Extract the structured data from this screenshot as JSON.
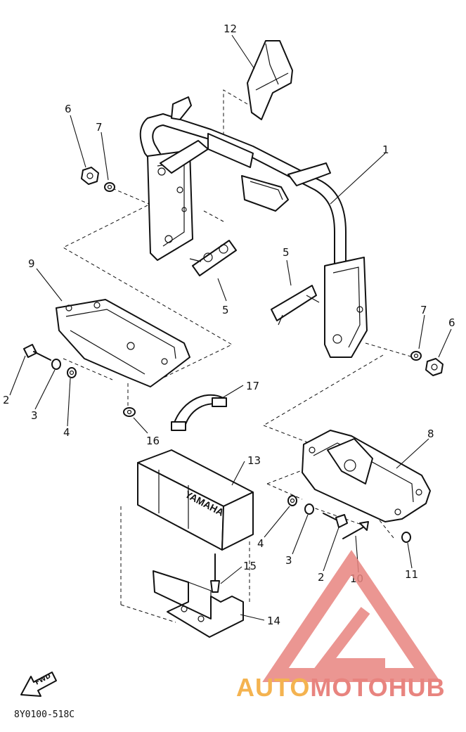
{
  "callouts": [
    "1",
    "2",
    "3",
    "4",
    "5",
    "6",
    "7",
    "8",
    "9",
    "10",
    "11",
    "12",
    "13",
    "14",
    "15",
    "16",
    "17"
  ],
  "labels": {
    "p1": "1",
    "p2a": "2",
    "p2b": "2",
    "p3a": "3",
    "p3b": "3",
    "p4a": "4",
    "p4b": "4",
    "p5a": "5",
    "p5b": "5",
    "p6a": "6",
    "p6b": "6",
    "p7a": "7",
    "p7b": "7",
    "p8": "8",
    "p9": "9",
    "p10": "10",
    "p11": "11",
    "p12": "12",
    "p13": "13",
    "p14": "14",
    "p15": "15",
    "p16": "16",
    "p17": "17"
  },
  "fwd_label": "FWD",
  "battery_brand": "YAMAHA",
  "diagram_code": "8Y0100-518C",
  "watermark": {
    "part1": "AUTO",
    "part2": "MOTO",
    "part3": "HUB",
    "colors": {
      "logo": "#e8847f",
      "auto": "#f4b350",
      "moto": "#e8847f",
      "hub": "#e8847f"
    }
  }
}
